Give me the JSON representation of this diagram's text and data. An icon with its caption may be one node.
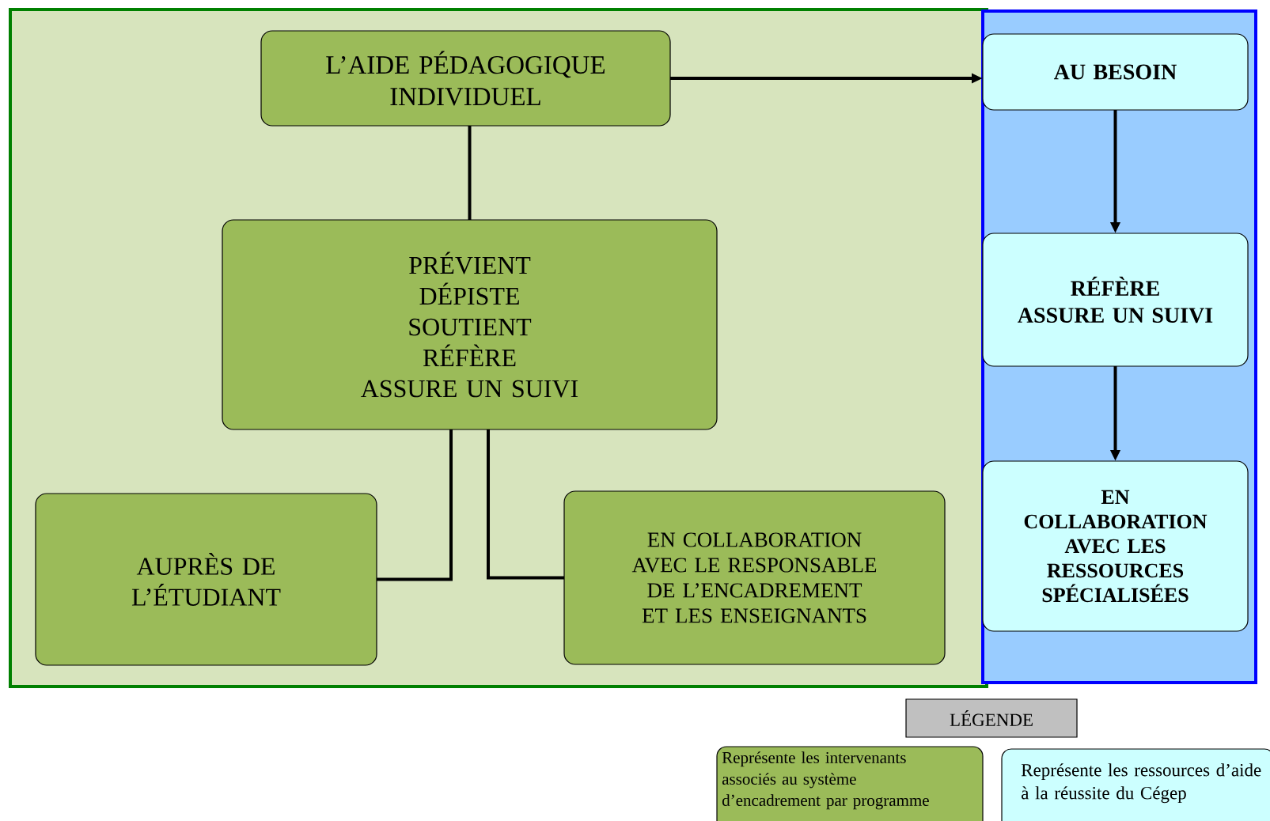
{
  "diagram": {
    "nodes": [
      {
        "text": [],
        "shape": "box"
      },
      {
        "text": [],
        "shape": "box"
      },
      {
        "text": [
          "L’AIDE PÉDAGOGIQUE INDIVIDUEL"
        ],
        "in": 0
      },
      {
        "text": [
          "PRÉVIENT",
          "DÉPISTE",
          "SOUTIENT",
          "RÉFÈRE",
          "ASSURE UN SUIVI"
        ],
        "in": 0
      },
      {
        "text": [
          "AUPRÈS DE L’ÉTUDIANT"
        ],
        "in": 0
      },
      {
        "text": [
          "EN COLLABORATION AVEC LE RESPONSABLE DE L’ENCADREMENT ET LES ENSEIGNANTS"
        ],
        "in": 0
      },
      {
        "text": [
          "AU BESOIN"
        ],
        "in": 1
      },
      {
        "text": [
          "RÉFÈRE",
          "ASSURE UN SUIVI"
        ],
        "in": 1
      },
      {
        "text": [
          "EN COLLABORATION AVEC LES RESSOURCES SPÉCIALISÉES"
        ],
        "in": 1
      }
    ],
    "edges": [
      {
        "from": 2,
        "to": 3,
        "arrow": "none"
      },
      {
        "from": 3,
        "to": 4,
        "arrow": "none"
      },
      {
        "from": 3,
        "to": 5,
        "arrow": "none"
      },
      {
        "from": 2,
        "to": 6,
        "arrow": "to"
      },
      {
        "from": 6,
        "to": 7,
        "arrow": "to"
      },
      {
        "from": 7,
        "to": 8,
        "arrow": "to"
      }
    ],
    "labels": [
      "LÉGENDE"
    ],
    "legend": [
      {
        "text": "Représente les intervenants associés au système d’encadrement par programme",
        "color": "#9bbb59"
      },
      {
        "text": "Représente les ressources d’aide à la réussite du Cégep",
        "color": "#ccffff"
      }
    ]
  }
}
